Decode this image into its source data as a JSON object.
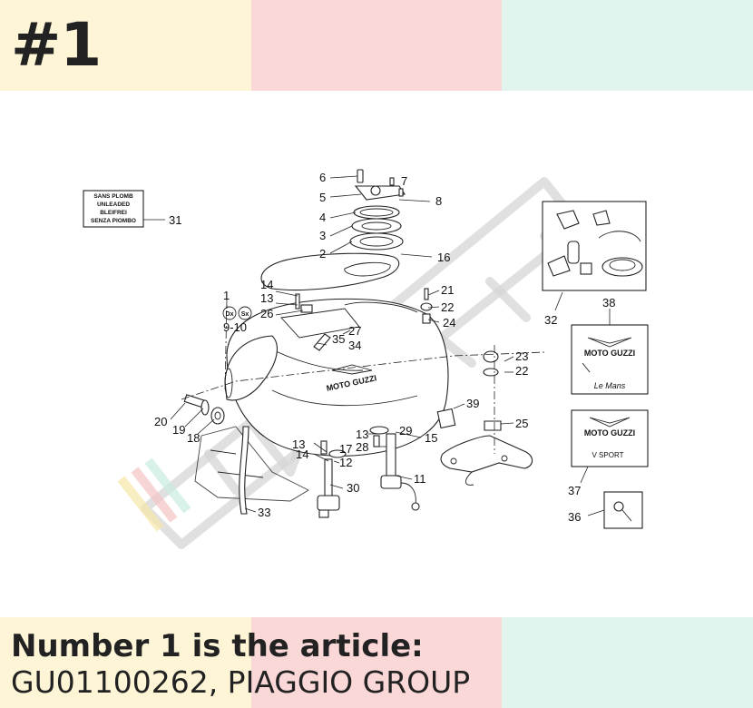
{
  "header": {
    "badge": "#1"
  },
  "footer": {
    "caption_line1": "Number 1 is the article:",
    "caption_line2": "GU01100262, PIAGGIO GROUP"
  },
  "colors": {
    "band_yellow": "#fdf5d6",
    "band_pink": "#fbd8d8",
    "band_mint": "#e2f4ee",
    "text": "#222222"
  },
  "diagram": {
    "label_box_lines": [
      "SANS PLOMB",
      "UNLEADED",
      "BLEIFREI",
      "SENZA PIOMBO"
    ],
    "decal_text_1": "MOTO GUZZI",
    "decal_text_2": "MOTO GUZZI",
    "decal_script": "Le Mans",
    "decal_sport": "V SPORT",
    "tank_logo": "MOTO GUZZI",
    "callouts": {
      "c1": "1",
      "c2": "2",
      "c3": "3",
      "c4": "4",
      "c5": "5",
      "c6": "6",
      "c7": "7",
      "c8": "8",
      "c9_10": "9-10",
      "c11": "11",
      "c12": "12",
      "c13a": "13",
      "c13b": "13",
      "c13c": "13",
      "c14a": "14",
      "c14b": "14",
      "c15": "15",
      "c16": "16",
      "c17": "17",
      "c18": "18",
      "c19": "19",
      "c20": "20",
      "c21": "21",
      "c22a": "22",
      "c22b": "22",
      "c23": "23",
      "c24": "24",
      "c25": "25",
      "c26": "26",
      "c27": "27",
      "c28": "28",
      "c29": "29",
      "c30": "30",
      "c31": "31",
      "c32": "32",
      "c33": "33",
      "c34": "34",
      "c35": "35",
      "c36": "36",
      "c37": "37",
      "c38": "38",
      "c39": "39",
      "dx": "Dx",
      "sx": "Sx"
    }
  }
}
